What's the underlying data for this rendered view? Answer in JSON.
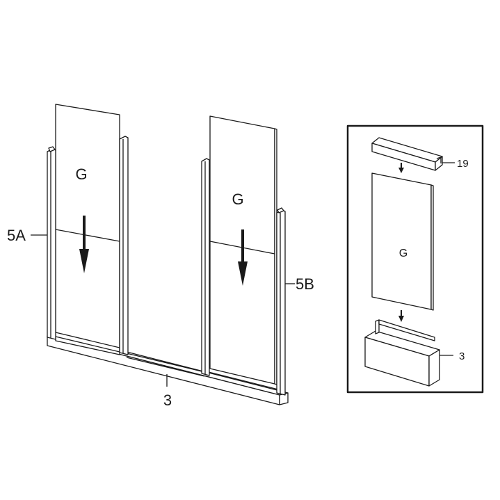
{
  "main": {
    "panel_left_label": "G",
    "panel_right_label": "G",
    "post_left_label": "5A",
    "post_right_label": "5B",
    "base_rail_label": "3"
  },
  "inset": {
    "top_channel_label": "19",
    "panel_label": "G",
    "bottom_channel_label": "3"
  },
  "colors": {
    "stroke": "#1a1a1a",
    "panel_fill": "#ffffff",
    "arrow": "#1a1a1a"
  }
}
